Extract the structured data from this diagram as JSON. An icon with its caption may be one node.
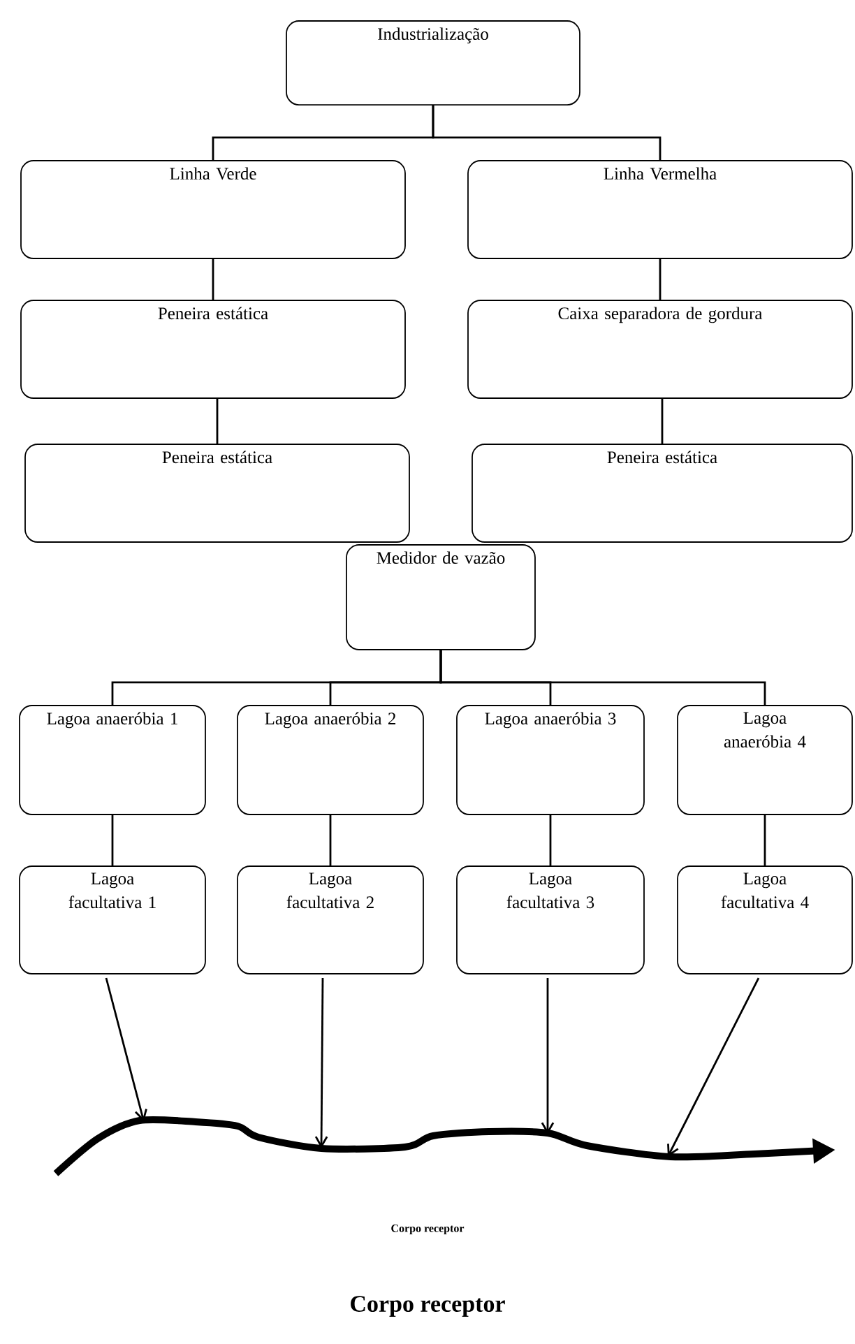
{
  "diagram": {
    "caption": "Corpo receptor",
    "nodes": [
      {
        "text": [
          "Industrialização"
        ]
      },
      {
        "text": [
          "Linha Verde"
        ]
      },
      {
        "text": [
          "Linha Vermelha"
        ]
      },
      {
        "text": [
          "Peneira estática"
        ]
      },
      {
        "text": [
          "Caixa separadora de gordura"
        ]
      },
      {
        "text": [
          "Peneira estática"
        ]
      },
      {
        "text": [
          "Peneira estática"
        ]
      },
      {
        "text": [
          "Medidor de vazão"
        ]
      },
      {
        "text": [
          "Lagoa anaeróbia 1"
        ]
      },
      {
        "text": [
          "Lagoa anaeróbia 2"
        ]
      },
      {
        "text": [
          "Lagoa anaeróbia 3"
        ]
      },
      {
        "text": [
          "Lagoa anaeróbia 4"
        ]
      },
      {
        "text": [
          "Lagoa facultativa 1"
        ]
      },
      {
        "text": [
          "Lagoa facultativa 2"
        ]
      },
      {
        "text": [
          "Lagoa facultativa 3"
        ]
      },
      {
        "text": [
          "Lagoa facultativa 4"
        ]
      },
      {
        "text": [],
        "shape": "picture"
      }
    ],
    "edges": [
      {
        "from": 0,
        "to": 1,
        "arrow": "none"
      },
      {
        "from": 0,
        "to": 2,
        "arrow": "none"
      },
      {
        "from": 1,
        "to": 3,
        "arrow": "none"
      },
      {
        "from": 2,
        "to": 4,
        "arrow": "none"
      },
      {
        "from": 3,
        "to": 5,
        "arrow": "none"
      },
      {
        "from": 4,
        "to": 6,
        "arrow": "none"
      },
      {
        "from": 7,
        "to": 8,
        "arrow": "none"
      },
      {
        "from": 7,
        "to": 9,
        "arrow": "none"
      },
      {
        "from": 7,
        "to": 10,
        "arrow": "none"
      },
      {
        "from": 7,
        "to": 11,
        "arrow": "none"
      },
      {
        "from": 8,
        "to": 12,
        "arrow": "none"
      },
      {
        "from": 9,
        "to": 13,
        "arrow": "none"
      },
      {
        "from": 10,
        "to": 14,
        "arrow": "none"
      },
      {
        "from": 11,
        "to": 15,
        "arrow": "none"
      },
      {
        "from": 12,
        "to": 16,
        "arrow": "to"
      },
      {
        "from": 13,
        "to": 16,
        "arrow": "to"
      },
      {
        "from": 14,
        "to": 16,
        "arrow": "to"
      },
      {
        "from": 15,
        "to": 16,
        "arrow": "to"
      }
    ],
    "labels": [
      "Corpo receptor"
    ]
  }
}
